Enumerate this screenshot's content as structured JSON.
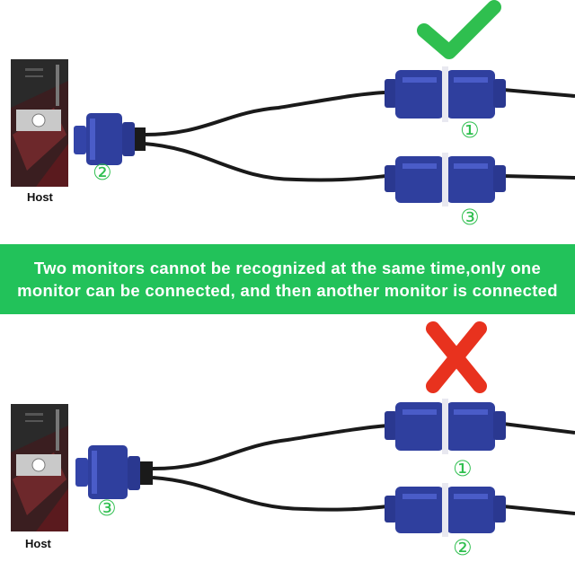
{
  "top": {
    "host_label": "Host",
    "source_port": "②",
    "port_upper": "①",
    "port_lower": "③",
    "status_icon": "check-icon",
    "status_color": "#2fbf4f"
  },
  "banner": {
    "line1": "Two monitors cannot be recognized at the same time,only one",
    "line2": "monitor can be connected, and then another monitor is connected",
    "color": "#22c25a"
  },
  "bottom": {
    "host_label": "Host",
    "source_port": "③",
    "port_upper": "①",
    "port_lower": "②",
    "status_icon": "cross-icon",
    "status_color": "#e8321e"
  },
  "colors": {
    "connector_blue": "#2f3f9e",
    "cable": "#1a1a1a",
    "number_green": "#2fbf4f"
  }
}
